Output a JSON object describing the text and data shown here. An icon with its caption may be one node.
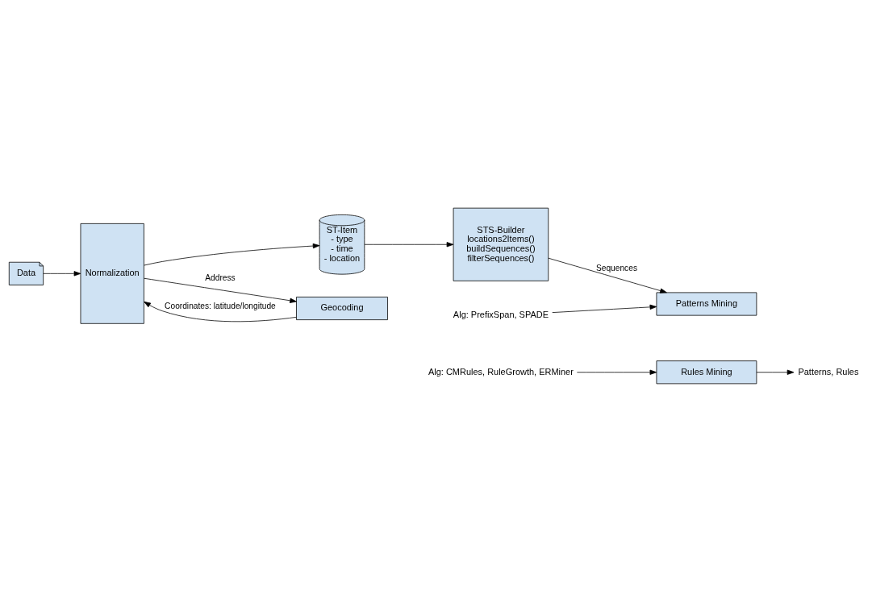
{
  "diagram": {
    "nodes": [
      {
        "text": [
          "Data"
        ]
      },
      {
        "text": [
          "Normalization"
        ]
      },
      {
        "text": [
          "ST-Item",
          "- type",
          "- time",
          "- location"
        ]
      },
      {
        "text": [
          "STS-Builder",
          "locations2Items()",
          "buildSequences()",
          "filterSequences()"
        ]
      },
      {
        "text": [
          "Geocoding"
        ]
      },
      {
        "text": [
          "Patterns Mining"
        ]
      },
      {
        "text": [
          "Rules Mining"
        ]
      },
      {
        "text": [
          "Alg: PrefixSpan, SPADE"
        ]
      },
      {
        "text": [
          "Alg: CMRules, RuleGrowth, ERMiner"
        ]
      },
      {
        "text": [
          "Patterns, Rules"
        ]
      }
    ],
    "edges": [
      {
        "from": 0,
        "to": 1,
        "arrow": "to"
      },
      {
        "from": 1,
        "to": 2,
        "arrow": "to"
      },
      {
        "from": 2,
        "to": 3,
        "arrow": "to"
      },
      {
        "from": 3,
        "to": 5,
        "arrow": "to",
        "label": "Sequences"
      },
      {
        "from": 1,
        "to": 4,
        "arrow": "to",
        "label": "Address"
      },
      {
        "from": 4,
        "to": 1,
        "arrow": "to",
        "label": "Coordinates: latitude/longitude"
      },
      {
        "from": 7,
        "to": 5,
        "arrow": "to"
      },
      {
        "from": 8,
        "to": 6,
        "arrow": "to"
      },
      {
        "from": 6,
        "to": 9,
        "arrow": "to"
      }
    ]
  }
}
